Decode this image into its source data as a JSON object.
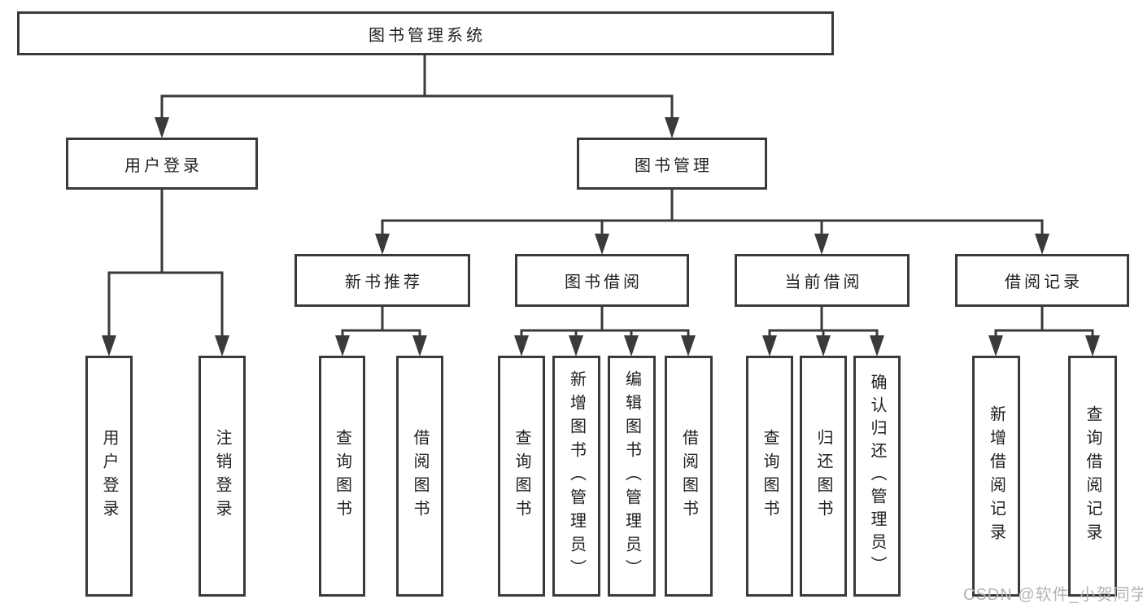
{
  "tree": {
    "label": "图书管理系统",
    "children": [
      {
        "label": "用户登录",
        "children": [
          {
            "label": "用户登录"
          },
          {
            "label": "注销登录"
          }
        ]
      },
      {
        "label": "图书管理",
        "children": [
          {
            "label": "新书推荐",
            "children": [
              {
                "label": "查询图书"
              },
              {
                "label": "借阅图书"
              }
            ]
          },
          {
            "label": "图书借阅",
            "children": [
              {
                "label": "查询图书"
              },
              {
                "label": "新增图书（管理员）"
              },
              {
                "label": "编辑图书（管理员）"
              },
              {
                "label": "借阅图书"
              }
            ]
          },
          {
            "label": "当前借阅",
            "children": [
              {
                "label": "查询图书"
              },
              {
                "label": "归还图书"
              },
              {
                "label": "确认归还（管理员）"
              }
            ]
          },
          {
            "label": "借阅记录",
            "children": [
              {
                "label": "新增借阅记录"
              },
              {
                "label": "查询借阅记录"
              }
            ]
          }
        ]
      }
    ]
  },
  "watermark": "CSDN @软件_小贺同学",
  "colors": {
    "line": "#3a3a3a",
    "text": "#1f1f1f",
    "box_fill": "#ffffff",
    "watermark": "#b3b3b3"
  }
}
